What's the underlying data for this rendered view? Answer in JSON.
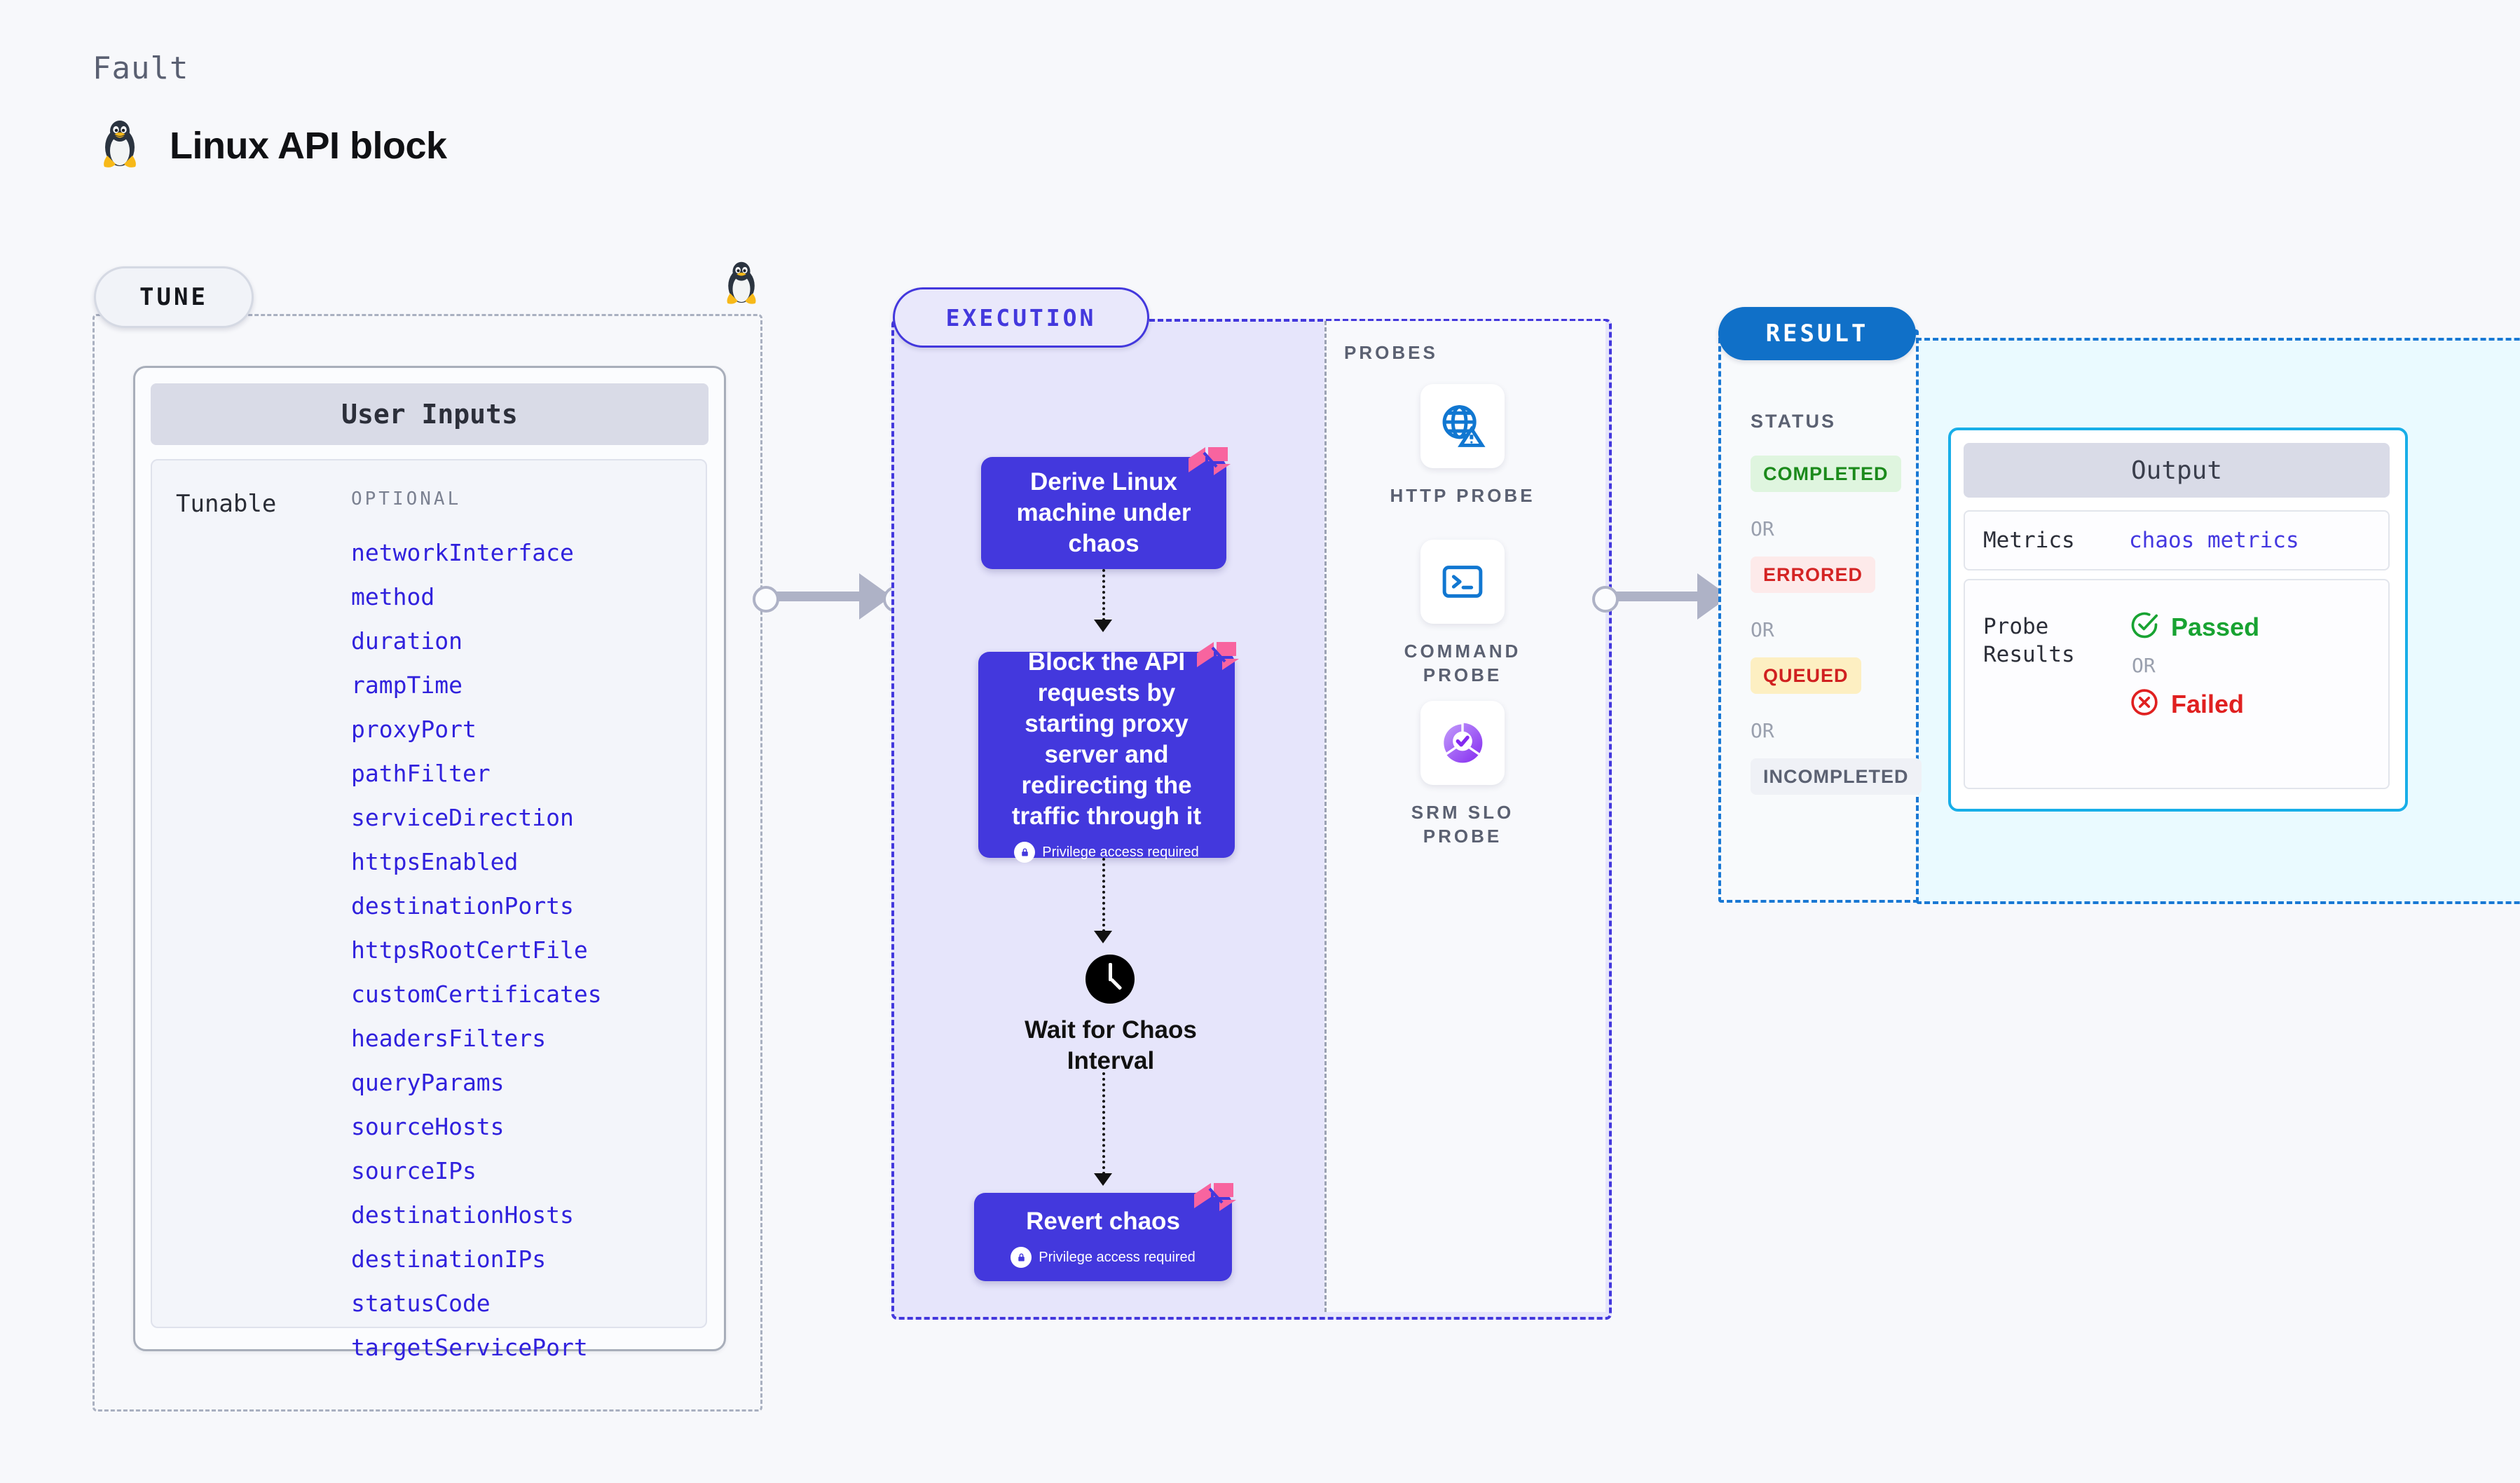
{
  "header": {
    "eyebrow": "Fault",
    "title": "Linux API block",
    "icon": "linux-penguin-icon"
  },
  "tune": {
    "stage_label": "TUNE",
    "card_title": "User Inputs",
    "row_label": "Tunable",
    "group_label": "OPTIONAL",
    "items": [
      "networkInterface",
      "method",
      "duration",
      "rampTime",
      "proxyPort",
      "pathFilter",
      "serviceDirection",
      "httpsEnabled",
      "destinationPorts",
      "httpsRootCertFile",
      "customCertificates",
      "headersFilters",
      "queryParams",
      "sourceHosts",
      "sourceIPs",
      "destinationHosts",
      "destinationIPs",
      "statusCode",
      "targetServicePort"
    ]
  },
  "execution": {
    "stage_label": "EXECUTION",
    "nodes": [
      {
        "text": "Derive Linux machine under chaos",
        "privilege": null,
        "flag": true
      },
      {
        "text": "Block the API requests by starting proxy server and redirecting the traffic through it",
        "privilege": "Privilege access required",
        "flag": true
      },
      {
        "text": "Revert chaos",
        "privilege": "Privilege access required",
        "flag": true
      }
    ],
    "wait_step": {
      "label": "Wait for Chaos Interval",
      "icon": "clock-icon"
    },
    "probes": {
      "title": "PROBES",
      "items": [
        {
          "label": "HTTP PROBE",
          "icon": "globe-warning-icon"
        },
        {
          "label": "COMMAND PROBE",
          "icon": "terminal-icon"
        },
        {
          "label": "SRM SLO PROBE",
          "icon": "slo-donut-check-icon"
        }
      ]
    }
  },
  "result": {
    "stage_label": "RESULT",
    "status_title": "STATUS",
    "or_label": "OR",
    "statuses": [
      {
        "label": "COMPLETED",
        "fg": "#1b8a1b",
        "bg": "#dff5df"
      },
      {
        "label": "ERRORED",
        "fg": "#d42424",
        "bg": "#fdeaea"
      },
      {
        "label": "QUEUED",
        "fg": "#d02020",
        "bg": "#fdefc2"
      },
      {
        "label": "INCOMPLETED",
        "fg": "#5b6172",
        "bg": "#eff1f6"
      }
    ],
    "output": {
      "title": "Output",
      "metrics_key": "Metrics",
      "metrics_value": "chaos metrics",
      "probe_key": "Probe Results",
      "passed_label": "Passed",
      "failed_label": "Failed",
      "or_label": "OR"
    }
  },
  "colors": {
    "accent_purple": "#4338dd",
    "accent_blue": "#1070c8",
    "output_border": "#18aee8",
    "flag_pink": "#f8649f",
    "param_text": "#3021dd"
  }
}
